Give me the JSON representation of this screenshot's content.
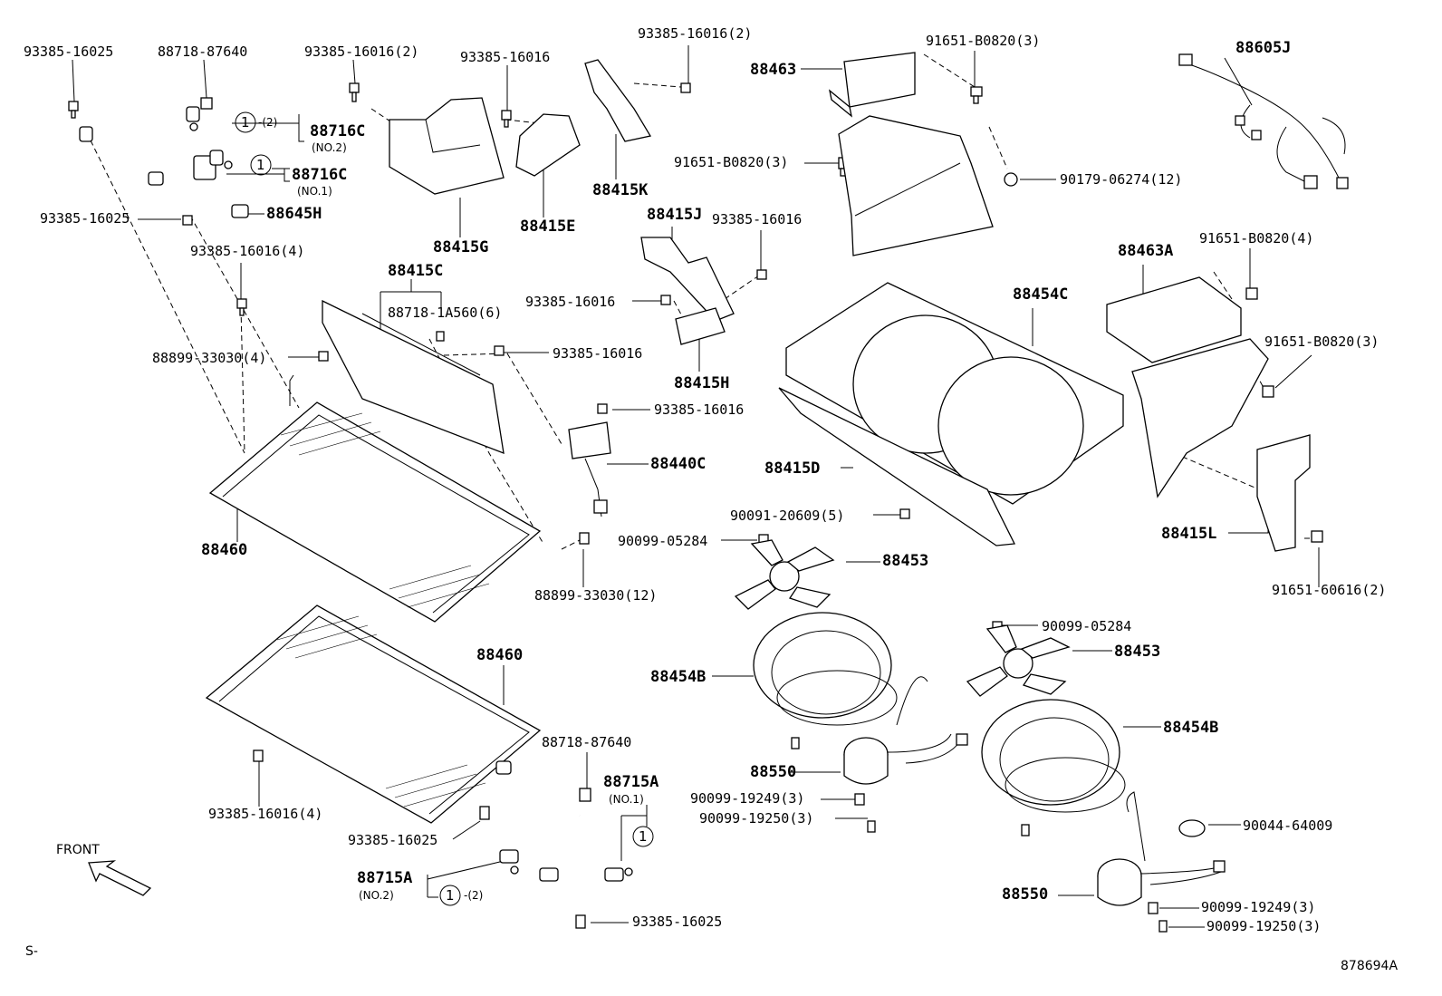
{
  "labels": {
    "p93385_16025_a": "93385-16025",
    "p88718_87640_a": "88718-87640",
    "p93385_16016_2a": "93385-16016(2)",
    "p93385_16016_a": "93385-16016",
    "p93385_16016_2b": "93385-16016(2)",
    "p91651_B0820_3a": "91651-B0820(3)",
    "p88605J": "88605J",
    "p88463": "88463",
    "p88716C_no2": "88716C",
    "no2_a": "(NO.2)",
    "p88716C_no1": "88716C",
    "no1_a": "(NO.1)",
    "p88645H": "88645H",
    "p93385_16025_b": "93385-16025",
    "p88415G": "88415G",
    "p88415E": "88415E",
    "p88415K": "88415K",
    "p91651_B0820_3b": "91651-B0820(3)",
    "p90179_06274": "90179-06274(12)",
    "p93385_16016_4a": "93385-16016(4)",
    "p88415J": "88415J",
    "p93385_16016_b": "93385-16016",
    "p88415C": "88415C",
    "p88718_1A560": "88718-1A560(6)",
    "p93385_16016_c": "93385-16016",
    "p88463A": "88463A",
    "p91651_B0820_4": "91651-B0820(4)",
    "p88454C": "88454C",
    "p88899_33030_4": "88899-33030(4)",
    "p93385_16016_d": "93385-16016",
    "p88415H": "88415H",
    "p91651_B0820_3c": "91651-B0820(3)",
    "p93385_16016_e": "93385-16016",
    "p88440C": "88440C",
    "p88415D": "88415D",
    "p88460_a": "88460",
    "p90091_20609": "90091-20609(5)",
    "p90099_05284_a": "90099-05284",
    "p88453_a": "88453",
    "p88415L": "88415L",
    "p88899_33030_12": "88899-33030(12)",
    "p91651_60616": "91651-60616(2)",
    "p90099_05284_b": "90099-05284",
    "p88453_b": "88453",
    "p88460_b": "88460",
    "p88454B_a": "88454B",
    "p88454B_b": "88454B",
    "p88718_87640_b": "88718-87640",
    "p88550_a": "88550",
    "p88715A_no1": "88715A",
    "no1_b": "(NO.1)",
    "p90099_19249_a": "90099-19249(3)",
    "p90099_19250_a": "90099-19250(3)",
    "p90044_64009": "90044-64009",
    "p93385_16016_4b": "93385-16016(4)",
    "p93385_16025_c": "93385-16025",
    "p88715A_no2": "88715A",
    "no2_b": "(NO.2)",
    "p88550_b": "88550",
    "p90099_19249_b": "90099-19249(3)",
    "p93385_16025_d": "93385-16025",
    "p90099_19250_b": "90099-19250(3)",
    "front": "FRONT",
    "s_mark": "S-",
    "diagram_id": "878694A"
  },
  "callouts": {
    "c1_a": "1",
    "c1_a_suffix": "-(2)",
    "c1_b": "1",
    "c1_c": "1",
    "c1_d": "1",
    "c1_d_suffix": "-(2)"
  }
}
